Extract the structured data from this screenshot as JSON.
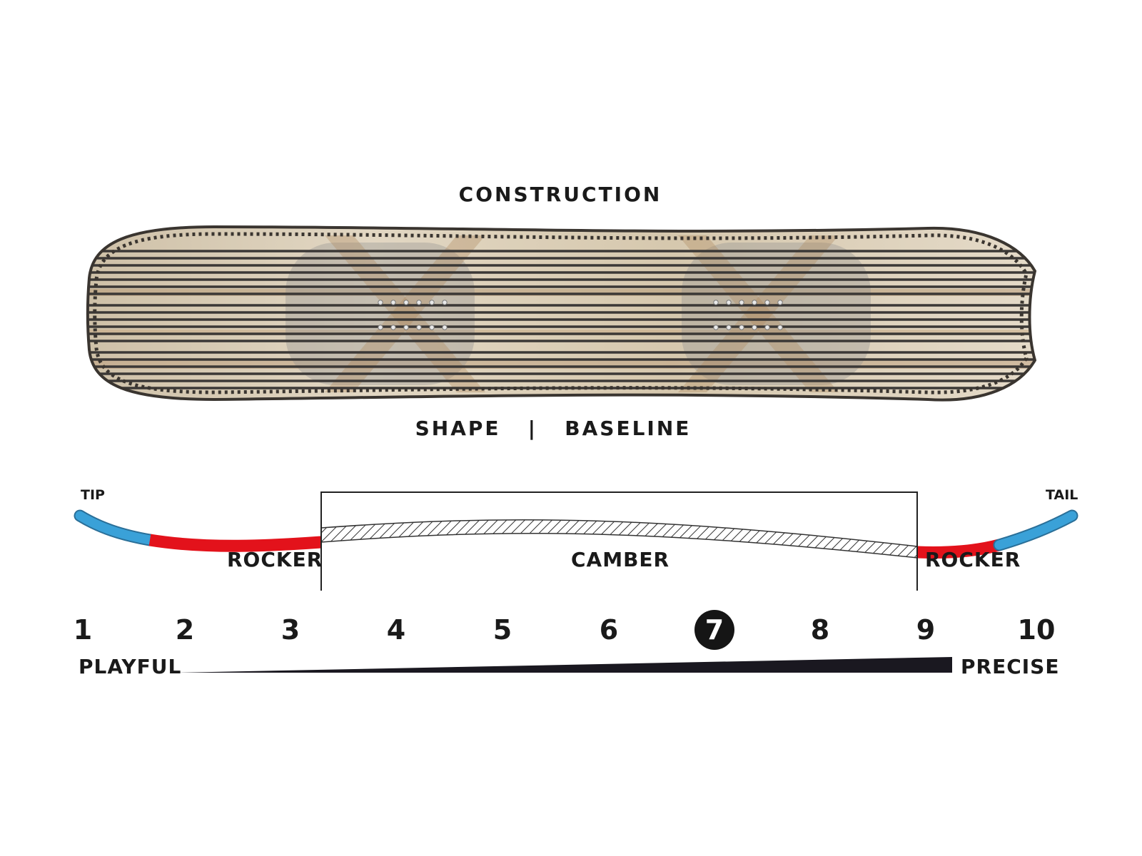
{
  "construction": {
    "title": "CONSTRUCTION"
  },
  "shape": {
    "label": "SHAPE",
    "separator": "|",
    "value": "BASELINE"
  },
  "profile": {
    "tip_label": "TIP",
    "tail_label": "TAIL",
    "zones": [
      "ROCKER",
      "CAMBER",
      "ROCKER"
    ],
    "colors": {
      "tip_tail": "#3aa1d8",
      "rocker": "#e3121b",
      "camber_hatch": "#333333"
    }
  },
  "scale": {
    "numbers": [
      "1",
      "2",
      "3",
      "4",
      "5",
      "6",
      "7",
      "8",
      "9",
      "10"
    ],
    "selected": "7",
    "min_label": "PLAYFUL",
    "max_label": "PRECISE"
  },
  "colors": {
    "ink": "#1a1a1a",
    "wood": "#d9ccb6"
  }
}
